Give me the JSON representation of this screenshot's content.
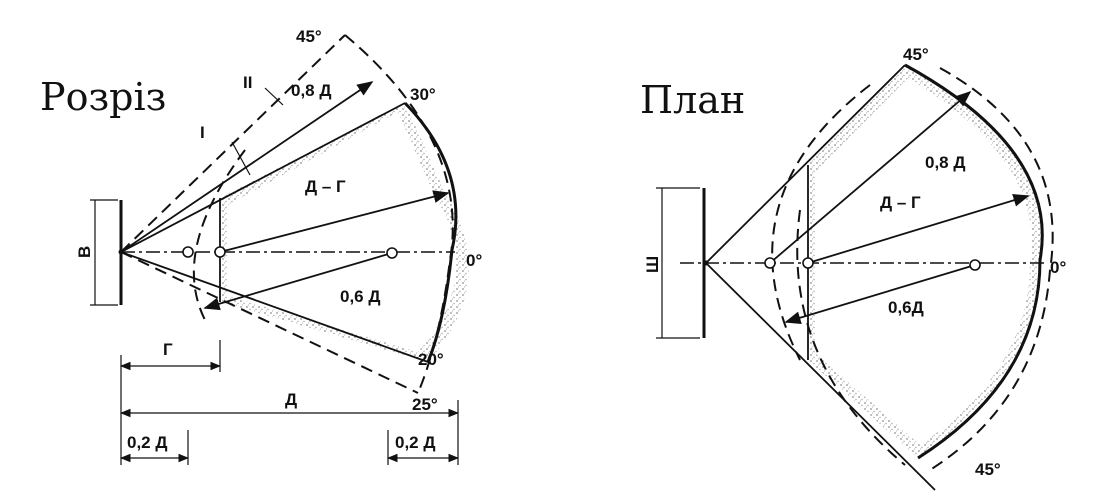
{
  "section": {
    "title": "Розріз",
    "labels": {
      "arc_top": "45°",
      "roman_2": "II",
      "dist_08": "0,8 Д",
      "angle_30": "30°",
      "roman_1": "I",
      "d_minus_g": "Д – Г",
      "height": "В",
      "angle_0": "0°",
      "dist_06": "0,6 Д",
      "angle_20": "20°",
      "dim_g": "Г",
      "angle_25": "25°",
      "dim_d": "Д",
      "dim_02_left": "0,2 Д",
      "dim_02_right": "0,2 Д"
    }
  },
  "plan": {
    "title": "План",
    "labels": {
      "angle_45_top": "45°",
      "dist_08": "0,8 Д",
      "d_minus_g": "Д – Г",
      "width": "Ш",
      "angle_0": "0°",
      "dist_06": "0,6Д",
      "angle_45_bottom": "45°"
    }
  },
  "colors": {
    "ink": "#111111",
    "background": "#ffffff"
  }
}
